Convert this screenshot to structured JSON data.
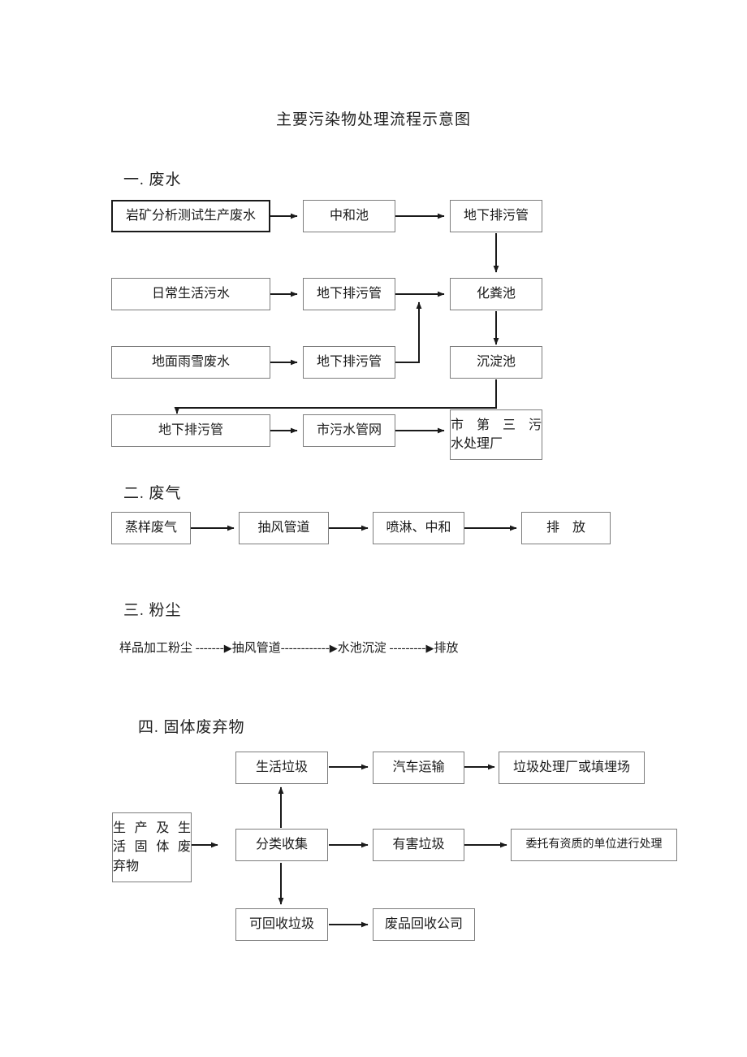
{
  "document": {
    "title": "主要污染物处理流程示意图"
  },
  "sections": [
    {
      "id": "wastewater",
      "heading": "一. 废水",
      "nodes": {
        "rock_wastewater": "岩矿分析测试生产废水",
        "neutralization_tank": "中和池",
        "sewer_pipe_1": "地下排污管",
        "domestic_sewage": "日常生活污水",
        "sewer_pipe_2": "地下排污管",
        "septic_tank": "化粪池",
        "rain_snow_wastewater": "地面雨雪废水",
        "sewer_pipe_3": "地下排污管",
        "sedimentation_tank": "沉淀池",
        "sewer_pipe_4": "地下排污管",
        "city_sewer_network": "市污水管网",
        "city_third_plant_line1": "市 第 三 污",
        "city_third_plant_line2": "水处理厂"
      }
    },
    {
      "id": "waste-gas",
      "heading": "二. 废气",
      "nodes": {
        "steam_sample_gas": "蒸样废气",
        "exhaust_duct": "抽风管道",
        "spray_neutralize": "喷淋、中和",
        "discharge": "排　放"
      }
    },
    {
      "id": "dust",
      "heading": "三. 粉尘",
      "flow": {
        "step1": "样品加工粉尘",
        "dash1": "-------",
        "arrow1": "▶",
        "step2": "抽风管道",
        "dash2": "------------",
        "arrow2": "▶",
        "step3": "水池沉淀",
        "dash3": "---------",
        "arrow3": "▶",
        "step4": "排放"
      }
    },
    {
      "id": "solid-waste",
      "heading": "四. 固体废弃物",
      "nodes": {
        "household_waste": "生活垃圾",
        "truck_transport": "汽车运输",
        "landfill_plant": "垃圾处理厂或填埋场",
        "source_line1": "生 产 及 生",
        "source_line2": "活 固 体 废",
        "source_line3": "弃物",
        "sorted_collection": "分类收集",
        "hazardous_waste": "有害垃圾",
        "qualified_unit": "委托有资质的单位进行处理",
        "recyclable_waste": "可回收垃圾",
        "recycling_company": "废品回收公司"
      }
    }
  ],
  "colors": {
    "box_border": "#7d7d7d",
    "box_border_strong": "#1a1a1a",
    "connector": "#1a1a1a",
    "text": "#1a1a1a",
    "background": "#ffffff"
  }
}
